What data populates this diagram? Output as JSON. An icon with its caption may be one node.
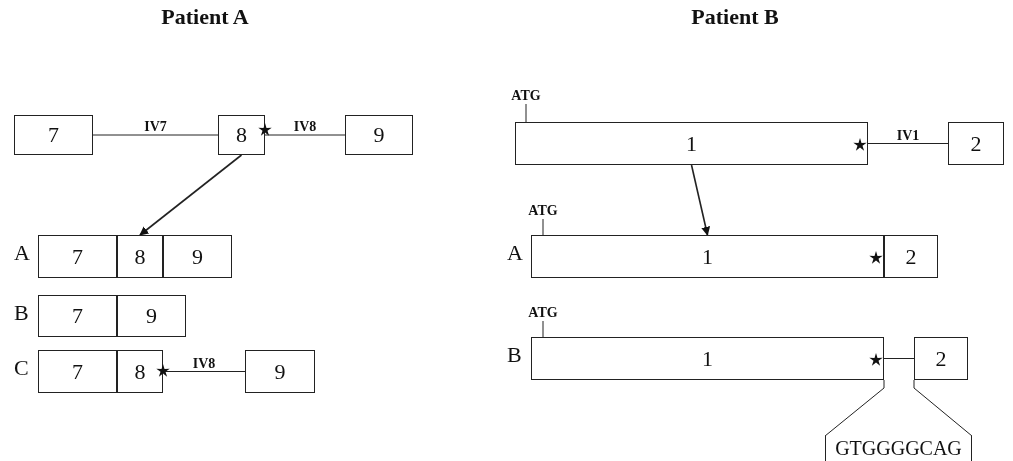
{
  "diagram": {
    "nodes": [
      {
        "text": [
          "7"
        ]
      },
      {
        "text": [
          "8"
        ]
      },
      {
        "text": [
          "9"
        ]
      },
      {
        "text": [
          "7"
        ]
      },
      {
        "text": [
          "8"
        ]
      },
      {
        "text": [
          "9"
        ]
      },
      {
        "text": [
          "7"
        ]
      },
      {
        "text": [
          "9"
        ]
      },
      {
        "text": [
          "7"
        ]
      },
      {
        "text": [
          "8"
        ]
      },
      {
        "text": [
          "9"
        ]
      },
      {
        "text": [
          "1"
        ]
      },
      {
        "text": [
          "2"
        ]
      },
      {
        "text": [
          "ATG"
        ]
      },
      {
        "text": [
          "1"
        ]
      },
      {
        "text": [
          "2"
        ]
      },
      {
        "text": [
          "ATG"
        ]
      },
      {
        "text": [
          "1"
        ]
      },
      {
        "text": [
          "2"
        ]
      },
      {
        "text": [
          "ATG"
        ]
      },
      {
        "text": [
          "GTGGGGCAG"
        ]
      }
    ],
    "edges": [
      {
        "from": 0,
        "to": 1,
        "arrow": "none",
        "label": "IV7"
      },
      {
        "from": 1,
        "to": 2,
        "arrow": "none",
        "label": "IV8"
      },
      {
        "from": 1,
        "to": 4,
        "arrow": "to"
      },
      {
        "from": 9,
        "to": 10,
        "arrow": "none",
        "label": "IV8"
      },
      {
        "from": 11,
        "to": 12,
        "arrow": "none",
        "label": "IV1"
      },
      {
        "from": 13,
        "to": 11,
        "arrow": "none"
      },
      {
        "from": 11,
        "to": 14,
        "arrow": "to"
      },
      {
        "from": 16,
        "to": 14,
        "arrow": "none"
      },
      {
        "from": 17,
        "to": 18,
        "arrow": "none"
      },
      {
        "from": 19,
        "to": 17,
        "arrow": "none"
      },
      {
        "from": 17,
        "to": 20,
        "arrow": "none"
      },
      {
        "from": 18,
        "to": 20,
        "arrow": "none"
      }
    ],
    "labels": [
      "Patient A",
      "Patient B",
      "A",
      "B",
      "C",
      "A",
      "B"
    ]
  }
}
